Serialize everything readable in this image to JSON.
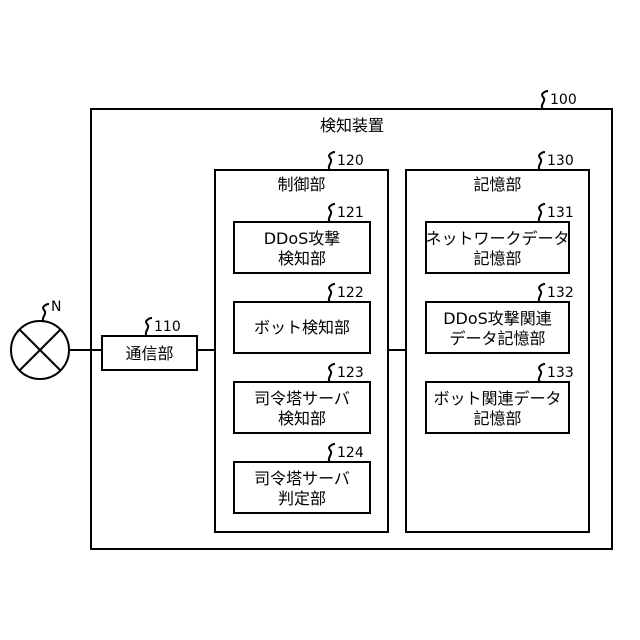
{
  "network": {
    "label": "N"
  },
  "device": {
    "ref": "100",
    "title": "検知装置",
    "comm": {
      "ref": "110",
      "label": "通信部"
    },
    "control": {
      "ref": "120",
      "title": "制御部",
      "units": [
        {
          "ref": "121",
          "lines": [
            "DDoS攻撃",
            "検知部"
          ]
        },
        {
          "ref": "122",
          "lines": [
            "ボット検知部"
          ]
        },
        {
          "ref": "123",
          "lines": [
            "司令塔サーバ",
            "検知部"
          ]
        },
        {
          "ref": "124",
          "lines": [
            "司令塔サーバ",
            "判定部"
          ]
        }
      ]
    },
    "storage": {
      "ref": "130",
      "title": "記憶部",
      "units": [
        {
          "ref": "131",
          "lines": [
            "ネットワークデータ",
            "記憶部"
          ]
        },
        {
          "ref": "132",
          "lines": [
            "DDoS攻撃関連",
            "データ記憶部"
          ]
        },
        {
          "ref": "133",
          "lines": [
            "ボット関連データ",
            "記憶部"
          ]
        }
      ]
    }
  }
}
